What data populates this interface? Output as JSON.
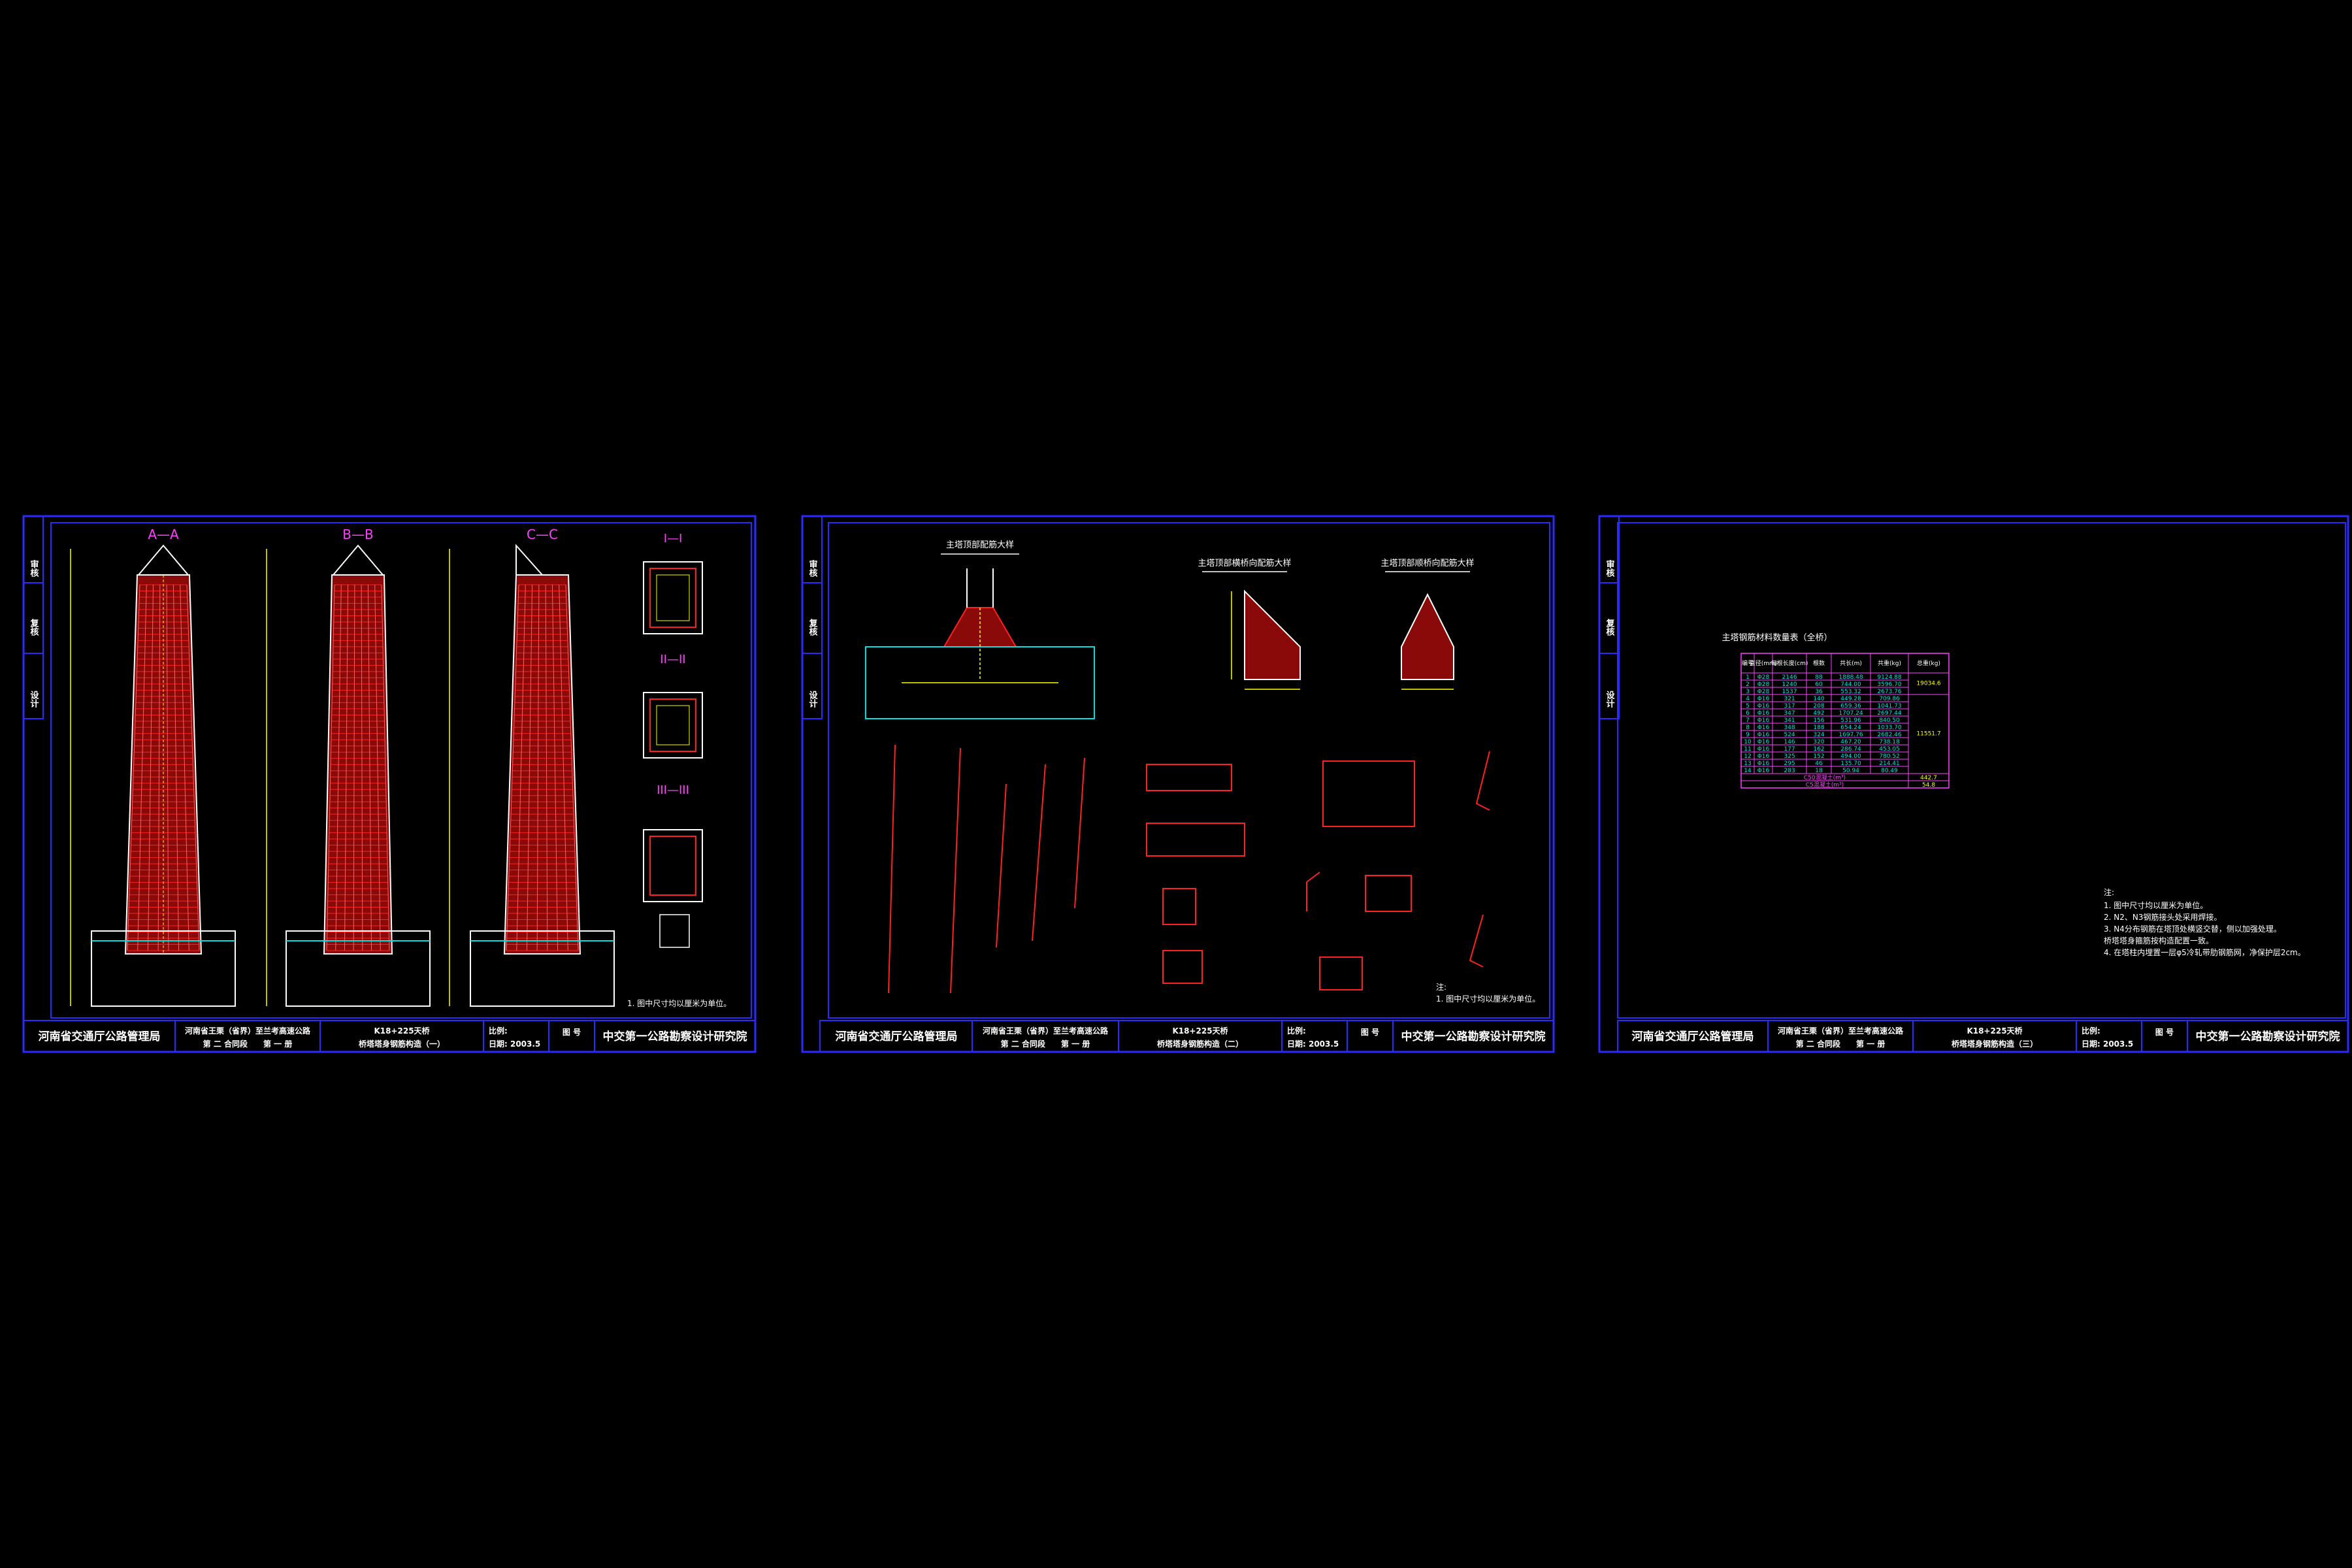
{
  "colors": {
    "background": "#000000",
    "frame": "#2a2aff",
    "rebar": "#ff2020",
    "dimension": "#ffff00",
    "outline": "#ffffff",
    "cyan": "#00e0e0",
    "magenta": "#ff40ff"
  },
  "sheets": [
    {
      "side_tabs": [
        "审核",
        "复核",
        "设计"
      ],
      "views": [
        "A—A",
        "B—B",
        "C—C"
      ],
      "sections": [
        "I—I",
        "II—II",
        "III—III"
      ],
      "note": "1. 图中尺寸均以厘米为单位。",
      "titleblock": {
        "owner": "河南省交通厅公路管理局",
        "project_line1": "河南省王栗（省界）至兰考高速公路",
        "project_line2": "第 二 合同段　　第 一 册",
        "drawing_line1": "K18+225天桥",
        "drawing_line2": "桥塔塔身钢筋构造（一）",
        "scale_label": "比例:",
        "date_label": "日期: 2003.5",
        "number_label": "图 号",
        "institute": "中交第一公路勘察设计研究院"
      }
    },
    {
      "side_tabs": [
        "审核",
        "复核",
        "设计"
      ],
      "details": [
        "主塔顶部配筋大样",
        "主塔顶部横桥向配筋大样",
        "主塔顶部顺桥向配筋大样"
      ],
      "note_title": "注:",
      "note": "1. 图中尺寸均以厘米为单位。",
      "titleblock": {
        "owner": "河南省交通厅公路管理局",
        "project_line1": "河南省王栗（省界）至兰考高速公路",
        "project_line2": "第 二 合同段　　第 一 册",
        "drawing_line1": "K18+225天桥",
        "drawing_line2": "桥塔塔身钢筋构造（二）",
        "scale_label": "比例:",
        "date_label": "日期: 2003.5",
        "number_label": "图 号",
        "institute": "中交第一公路勘察设计研究院"
      }
    },
    {
      "side_tabs": [
        "审核",
        "复核",
        "设计"
      ],
      "table_title": "主塔钢筋材料数量表（全桥）",
      "table_headers": [
        "编号",
        "直径(mm)",
        "每根长度(cm)",
        "根数",
        "共长(m)",
        "共重(kg)",
        "总重(kg)"
      ],
      "table_rows": [
        [
          "1",
          "Φ28",
          "2146",
          "88",
          "1888.48",
          "9124.88"
        ],
        [
          "2",
          "Φ28",
          "1240",
          "60",
          "744.00",
          "3596.70"
        ],
        [
          "3",
          "Φ28",
          "1537",
          "36",
          "553.32",
          "2673.76"
        ],
        [
          "4",
          "Φ16",
          "321",
          "140",
          "449.28",
          "709.86"
        ],
        [
          "5",
          "Φ16",
          "317",
          "208",
          "659.36",
          "1041.73"
        ],
        [
          "6",
          "Φ16",
          "347",
          "492",
          "1707.24",
          "2697.44"
        ],
        [
          "7",
          "Φ16",
          "341",
          "156",
          "531.96",
          "840.50"
        ],
        [
          "8",
          "Φ16",
          "348",
          "188",
          "654.24",
          "1033.70"
        ],
        [
          "9",
          "Φ16",
          "524",
          "324",
          "1697.76",
          "2682.46"
        ],
        [
          "10",
          "Φ16",
          "146",
          "320",
          "467.20",
          "738.18"
        ],
        [
          "11",
          "Φ16",
          "177",
          "162",
          "286.74",
          "453.05"
        ],
        [
          "12",
          "Φ16",
          "325",
          "152",
          "494.00",
          "780.52"
        ],
        [
          "13",
          "Φ16",
          "295",
          "46",
          "135.70",
          "214.41"
        ],
        [
          "14",
          "Φ16",
          "283",
          "18",
          "50.94",
          "80.49"
        ]
      ],
      "total_a": "19034.6",
      "total_b": "11551.7",
      "concrete_row": [
        "C50混凝土(m³)",
        "442.7"
      ],
      "extra_row": [
        "C5混凝土(m³)",
        "54.8"
      ],
      "notes_title": "注:",
      "notes": [
        "1. 图中尺寸均以厘米为单位。",
        "2. N2、N3钢筋接头处采用焊接。",
        "3. N4分布钢筋在塔顶处横竖交替，侧以加强处理。",
        "   桥塔塔身箍筋按构造配置一致。",
        "4. 在塔柱内埋置一层φ5冷轧带肋钢筋网，净保护层2cm。"
      ],
      "titleblock": {
        "owner": "河南省交通厅公路管理局",
        "project_line1": "河南省王栗（省界）至兰考高速公路",
        "project_line2": "第 二 合同段　　第 一 册",
        "drawing_line1": "K18+225天桥",
        "drawing_line2": "桥塔塔身钢筋构造（三）",
        "scale_label": "比例:",
        "date_label": "日期: 2003.5",
        "number_label": "图 号",
        "institute": "中交第一公路勘察设计研究院"
      }
    }
  ]
}
